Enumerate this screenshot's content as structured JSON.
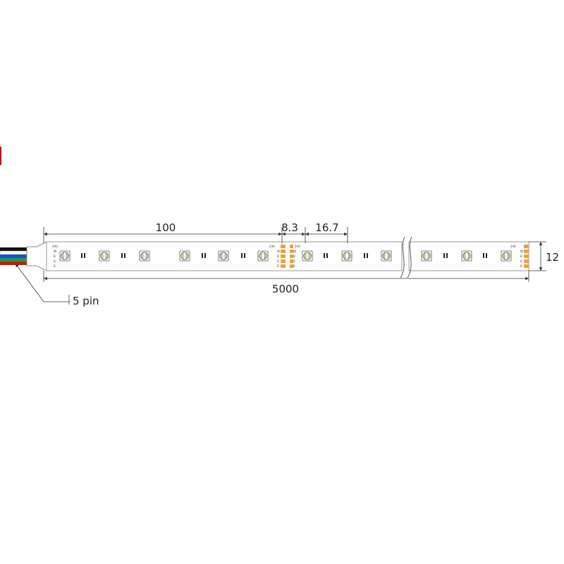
{
  "dimensions": {
    "segment_length": "100",
    "pad_gap": "8.3",
    "led_pitch": "16.7",
    "total_length": "5000",
    "width": "12"
  },
  "callout": {
    "label": "5 pin"
  },
  "strip": {
    "voltage_label": "24V",
    "pad_symbol": "+",
    "channel_labels": [
      "W",
      "B",
      "G",
      "R"
    ]
  },
  "colors": {
    "strip_outline": "#9a9a9a",
    "pad": "#f0a030",
    "led_body": "#e8d890",
    "led_outline": "#555555",
    "dimension_line": "#333333",
    "wire_colors": [
      "#111111",
      "#ffffff",
      "#1a4fd0",
      "#18a040",
      "#d01818"
    ]
  }
}
